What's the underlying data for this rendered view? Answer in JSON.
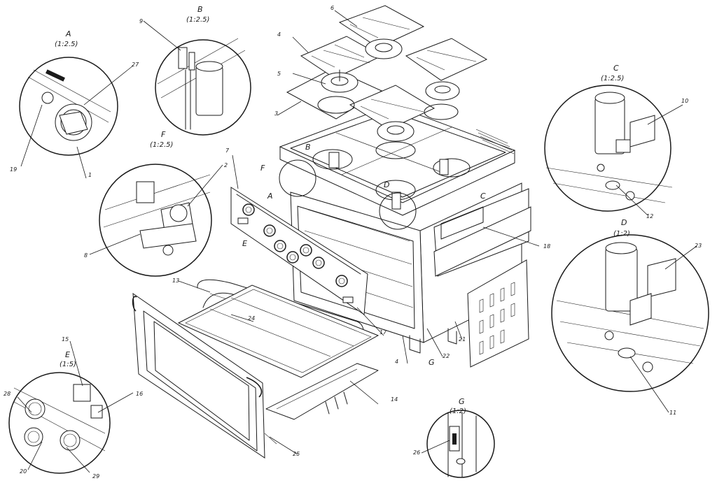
{
  "details": [
    {
      "id": "A",
      "letter": "A",
      "scale": "(1:2.5)"
    },
    {
      "id": "B",
      "letter": "B",
      "scale": "(1:2.5)"
    },
    {
      "id": "C",
      "letter": "C",
      "scale": "(1:2.5)"
    },
    {
      "id": "D",
      "letter": "D",
      "scale": "(1:2)"
    },
    {
      "id": "E",
      "letter": "E",
      "scale": "(1:5)"
    },
    {
      "id": "F",
      "letter": "F",
      "scale": "(1:2.5)"
    },
    {
      "id": "G",
      "letter": "G",
      "scale": "(1:2)"
    }
  ],
  "main_view_letters": {
    "A": "A",
    "B": "B",
    "C": "C",
    "D": "D",
    "E": "E",
    "F": "F",
    "G": "G"
  },
  "parts": [
    "1",
    "2",
    "3",
    "4",
    "5",
    "6",
    "7",
    "8",
    "9",
    "10",
    "11",
    "12",
    "13",
    "14",
    "15",
    "16",
    "17",
    "18",
    "19",
    "20",
    "21",
    "22",
    "23",
    "24",
    "25",
    "26",
    "27",
    "28",
    "29"
  ]
}
